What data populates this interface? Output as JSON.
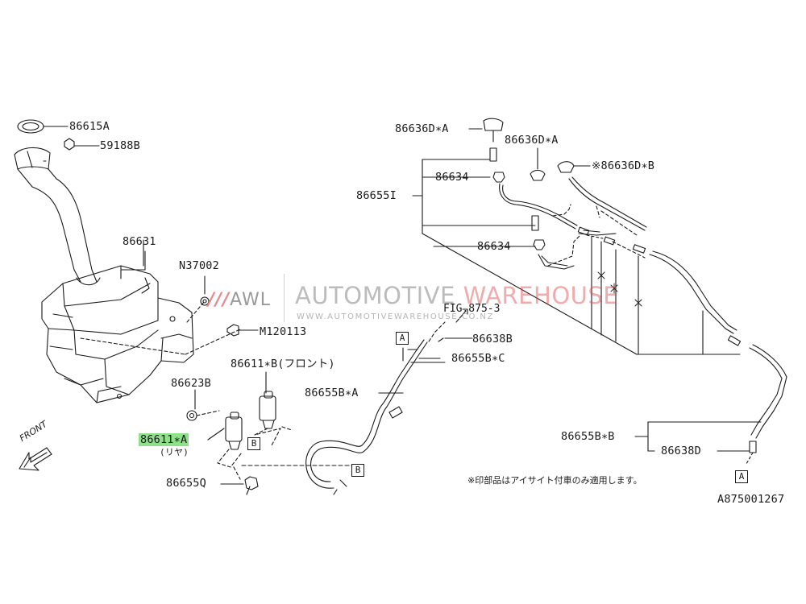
{
  "watermark": {
    "logo_slashes": "///",
    "logo_text": "AWL",
    "title_part1": "AUTOMOTIVE ",
    "title_part2": "WAREHOUSE",
    "url": "WWW.AUTOMOTIVEWAREHOUSE.CO.NZ"
  },
  "labels": {
    "p86615A": "86615A",
    "p59188B": "59188B",
    "p86631": "86631",
    "pN37002": "N37002",
    "pM120113": "M120113",
    "p86623B": "86623B",
    "p86611A": "86611∗A",
    "p86611A_sub": "(リヤ)",
    "p86611B": "86611∗B(フロント)",
    "p86655Q": "86655Q",
    "p86636DA_1": "86636D∗A",
    "p86636DA_2": "86636D∗A",
    "p86636DB": "※86636D∗B",
    "p86634_1": "86634",
    "p86634_2": "86634",
    "p86655I": "86655I",
    "pFig": "FIG.875-3",
    "p86638B": "86638B",
    "p86655BC": "86655B∗C",
    "p86655BA": "86655B∗A",
    "p86655BB": "86655B∗B",
    "p86638D": "86638D",
    "front": "FRONT",
    "box_A": "A",
    "box_B": "B",
    "note": "※印部品はアイサイト付車のみ適用します。",
    "drawing_code": "A875001267"
  },
  "colors": {
    "line": "#1a1a1a",
    "highlight": "#8fe08a",
    "watermark_red": "#e04a4a"
  }
}
